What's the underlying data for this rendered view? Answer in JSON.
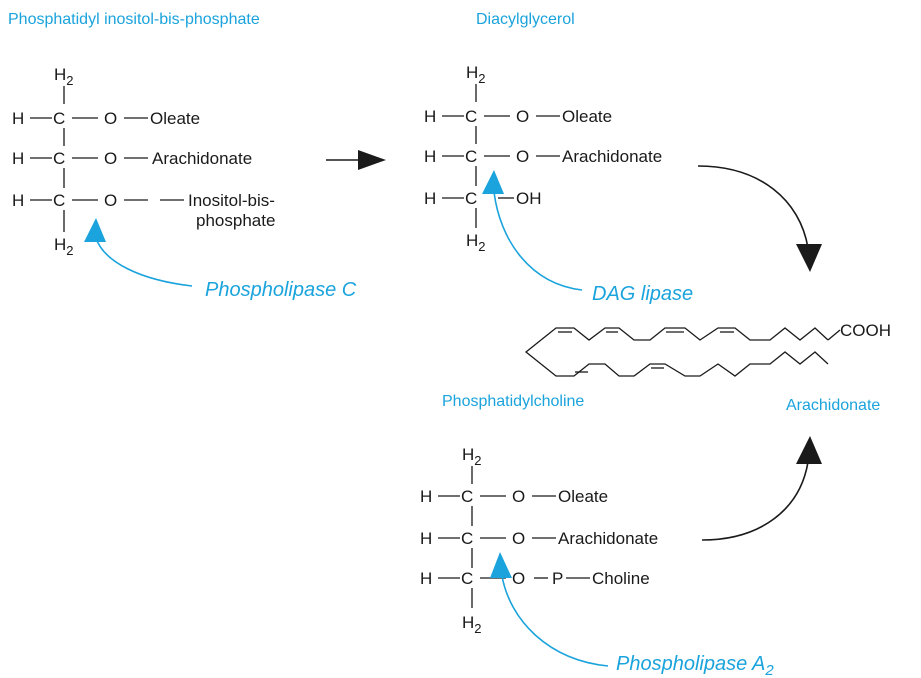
{
  "titles": {
    "pip2": "Phosphatidyl inositol-bis-phosphate",
    "dag": "Diacylglycerol",
    "pc": "Phosphatidylcholine",
    "arachidonate": "Arachidonate"
  },
  "enzymes": {
    "plc": "Phospholipase C",
    "dag_lipase": "DAG lipase",
    "pla2_base": "Phospholipase A",
    "pla2_sub": "2"
  },
  "atoms": {
    "H": "H",
    "C": "C",
    "O": "O",
    "P": "P",
    "H2_base": "H",
    "H2_sub": "2",
    "OH": "OH",
    "COOH": "COOH"
  },
  "substituents": {
    "oleate": "Oleate",
    "arachidonate": "Arachidonate",
    "inositol_line1": "Inositol-bis-",
    "inositol_line2": "phosphate",
    "choline": "Choline"
  },
  "colors": {
    "accent": "#1aa3dc",
    "ink": "#1a1a1a"
  }
}
